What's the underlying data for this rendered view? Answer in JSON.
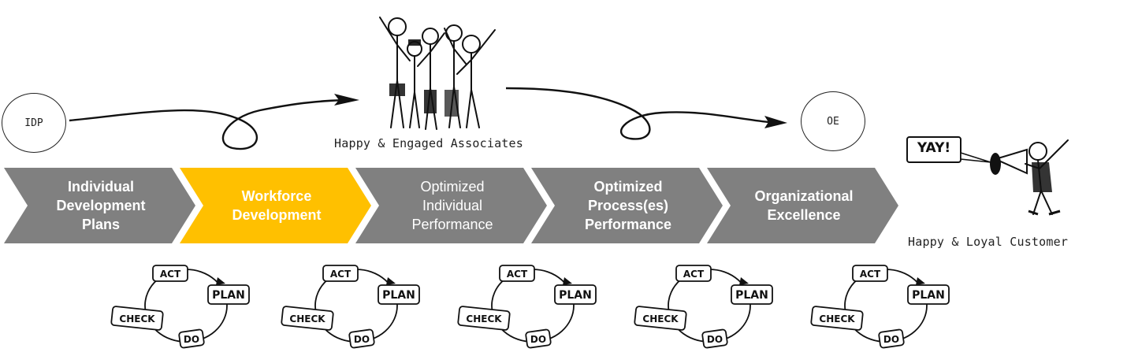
{
  "stages": [
    {
      "label": "Individual\nDevelopment\nPlans",
      "color": "#808080",
      "text_color": "#ffffff",
      "bold": true
    },
    {
      "label": "Workforce\nDevelopment",
      "color": "#ffc000",
      "text_color": "#ffffff",
      "bold": true
    },
    {
      "label": "Optimized\nIndividual\nPerformance",
      "color": "#808080",
      "text_color": "#ffffff",
      "bold": false
    },
    {
      "label": "Optimized\nProcess(es)\nPerformance",
      "color": "#808080",
      "text_color": "#ffffff",
      "bold": true
    },
    {
      "label": "Organizational\nExcellence",
      "color": "#808080",
      "text_color": "#ffffff",
      "bold": true
    }
  ],
  "circles": {
    "left": "IDP",
    "right": "OE"
  },
  "captions": {
    "associates": "Happy & Engaged Associates",
    "customer": "Happy & Loyal Customer",
    "speech": "YAY!"
  },
  "cycle_labels": {
    "act": "ACT",
    "plan": "PLAN",
    "do": "DO",
    "check": "CHECK"
  },
  "icons": [
    "happy-associates-illustration",
    "megaphone-man-illustration",
    "pdca-cycle-icon"
  ]
}
